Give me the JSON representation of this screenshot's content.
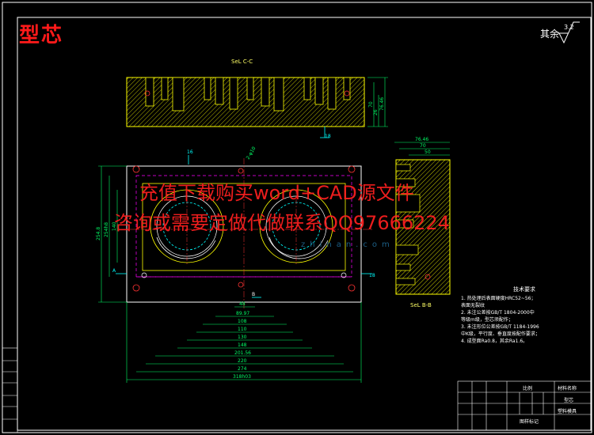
{
  "drawing": {
    "part_title": "型芯",
    "roughness_prefix": "其余",
    "roughness_value": "3.2",
    "watermark_line1": "充值下载购买word+CAD源文件",
    "watermark_line2": "咨询或需要定做代做联系QQ97666224",
    "watermark_site": "zhinan.com"
  },
  "views": {
    "top_section_label": "SeL C-C",
    "side_section_label": "SeL B-B",
    "cut_mark": "B",
    "dims_right_top": [
      "70",
      "76.46",
      "26"
    ],
    "dims_side_top": [
      "76.46",
      "70",
      "50"
    ],
    "dim_left": [
      "254.8",
      "254h8",
      "140"
    ],
    "dims_bottom": [
      "48",
      "89.97",
      "108",
      "110",
      "130",
      "148",
      "201.56",
      "220",
      "274",
      "318h03"
    ],
    "label_16": "16",
    "label_phi": "2-φ10",
    "label_A": "A",
    "label_18": "18"
  },
  "notes": {
    "heading": "技术要求",
    "items": [
      "1. 热处理后表面硬度HRC52~56；",
      "   表面无裂纹",
      "2. 未注公差按GB/T 1804-2000中",
      "   等级m级，型芯须配作；",
      "3. 未注形位公差按GB/T 1184-1996",
      "   中K级，平行度、垂直度按配作要求；",
      "4. 成型面Ra0.8，其余Ra1.6。"
    ]
  },
  "title_block": {
    "material_label": "材料名称",
    "part_label": "型芯",
    "scale_label": "比例",
    "drawing_label": "图样标记",
    "company_label": "塑料模具"
  }
}
